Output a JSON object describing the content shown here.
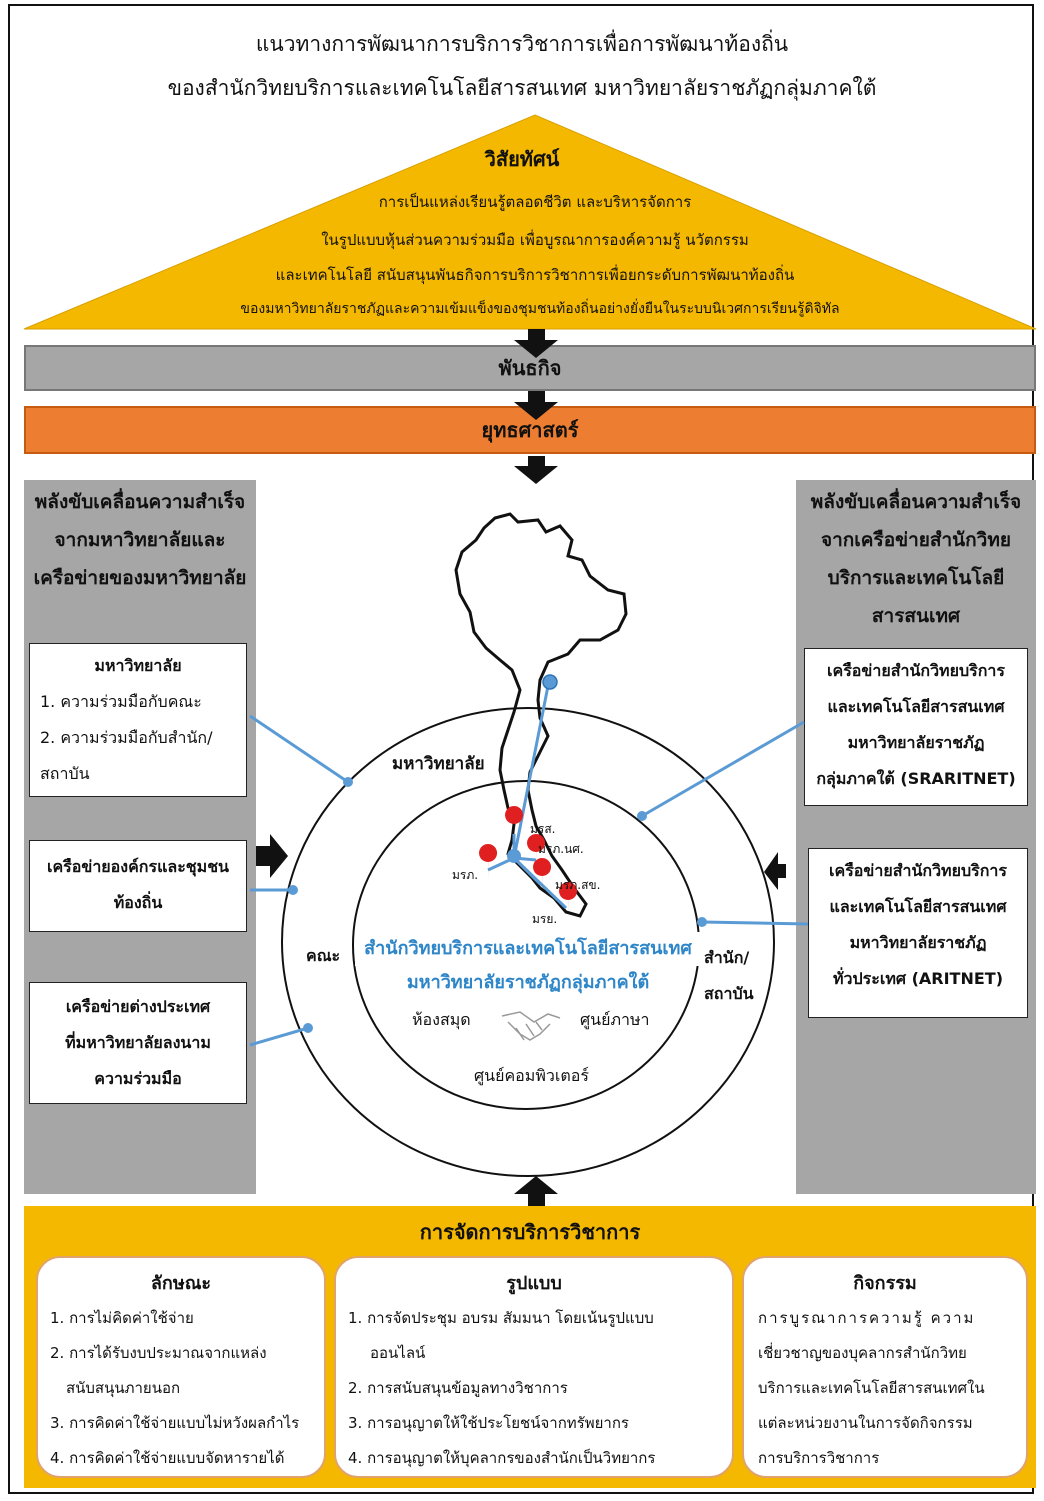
{
  "title": {
    "line1": "แนวทางการพัฒนาการบริการวิชาการเพื่อการพัฒนาท้องถิ่น",
    "line2": "ของสำนักวิทยบริการและเทคโนโลยีสารสนเทศ มหาวิทยาลัยราชภัฏกลุ่มภาคใต้"
  },
  "vision": {
    "heading": "วิสัยทัศน์",
    "lines": [
      "การเป็นแหล่งเรียนรู้ตลอดชีวิต และบริหารจัดการ",
      "ในรูปแบบหุ้นส่วนความร่วมมือ เพื่อบูรณาการองค์ความรู้ นวัตกรรม",
      "และเทคโนโลยี สนับสนุนพันธกิจการบริการวิชาการเพื่อยกระดับการพัฒนาท้องถิ่น",
      "ของมหาวิทยาลัยราชภัฏและความเข้มแข็งของชุมชนท้องถิ่นอย่างยั่งยืนในระบบนิเวศการเรียนรู้ดิจิทัล"
    ]
  },
  "mission": "พันธกิจ",
  "strategy": "ยุทธศาสตร์",
  "left_panel": {
    "heading": [
      "พลังขับเคลื่อนความสำเร็จ",
      "จากมหาวิทยาลัยและ",
      "เครือข่ายของมหาวิทยาลัย"
    ],
    "university_box": {
      "heading": "มหาวิทยาลัย",
      "lines": [
        "1. ความร่วมมือกับคณะ",
        "2. ความร่วมมือกับสำนัก/",
        "สถาบัน"
      ]
    },
    "local_network": [
      "เครือข่ายองค์กรและชุมชน",
      "ท้องถิ่น"
    ],
    "foreign_network": [
      "เครือข่ายต่างประเทศ",
      "ที่มหาวิทยาลัยลงนาม",
      "ความร่วมมือ"
    ]
  },
  "right_panel": {
    "heading": [
      "พลังขับเคลื่อนความสำเร็จ",
      "จากเครือข่ายสำนักวิทย",
      "บริการและเทคโนโลยี",
      "สารสนเทศ"
    ],
    "srari_box": [
      "เครือข่ายสำนักวิทยบริการ",
      "และเทคโนโลยีสารสนเทศ",
      "มหาวิทยาลัยราชภัฏ",
      "กลุ่มภาคใต้ (SRARITNET)"
    ],
    "ari_box": [
      "เครือข่ายสำนักวิทยบริการ",
      "และเทคโนโลยีสารสนเทศ",
      "มหาวิทยาลัยราชภัฏ",
      "ทั่วประเทศ (ARITNET)"
    ]
  },
  "center": {
    "outer_label": "มหาวิทยาลัย",
    "faculty_label": "คณะ",
    "institute_label": [
      "สำนัก/",
      "สถาบัน"
    ],
    "main_lines": [
      "สำนักวิทยบริการและเทคโนโลยีสารสนเทศ",
      "มหาวิทยาลัยราชภัฏกลุ่มภาคใต้"
    ],
    "library": "ห้องสมุด",
    "language_center": "ศูนย์ภาษา",
    "computer_center": "ศูนย์คอมพิวเตอร์",
    "map_labels": [
      "มรส.",
      "มรภ.นศ.",
      "มรภ.",
      "มรภ.สข.",
      "มรย."
    ]
  },
  "management": {
    "heading": "การจัดการบริการวิชาการ",
    "nature": {
      "heading": "ลักษณะ",
      "lines": [
        "1. การไม่คิดค่าใช้จ่าย",
        "2. การได้รับงบประมาณจากแหล่ง",
        "สนับสนุนภายนอก",
        "3. การคิดค่าใช้จ่ายแบบไม่หวังผลกำไร",
        "4. การคิดค่าใช้จ่ายแบบจัดหารายได้"
      ]
    },
    "format": {
      "heading": "รูปแบบ",
      "lines": [
        "1. การจัดประชุม อบรม สัมมนา โดยเน้นรูปแบบ",
        "ออนไลน์",
        "2. การสนับสนุนข้อมูลทางวิชาการ",
        "3. การอนุญาตให้ใช้ประโยชน์จากทรัพยากร",
        "4. การอนุญาตให้บุคลากรของสำนักเป็นวิทยากร"
      ]
    },
    "activity": {
      "heading": "กิจกรรม",
      "lines": [
        "การบูรณาการความรู้ ความ",
        "เชี่ยวชาญของบุคลากรสำนักวิทย",
        "บริการและเทคโนโลยีสารสนเทศใน",
        "แต่ละหน่วยงานในการจัดกิจกรรม",
        "การบริการวิชาการ"
      ]
    }
  },
  "colors": {
    "gold": "#f5b800",
    "orange": "#ed7d31",
    "gray": "#a6a6a6",
    "blue_text": "#2e86c8",
    "line_blue": "#5b9bd5",
    "marker_red": "#e02020"
  }
}
